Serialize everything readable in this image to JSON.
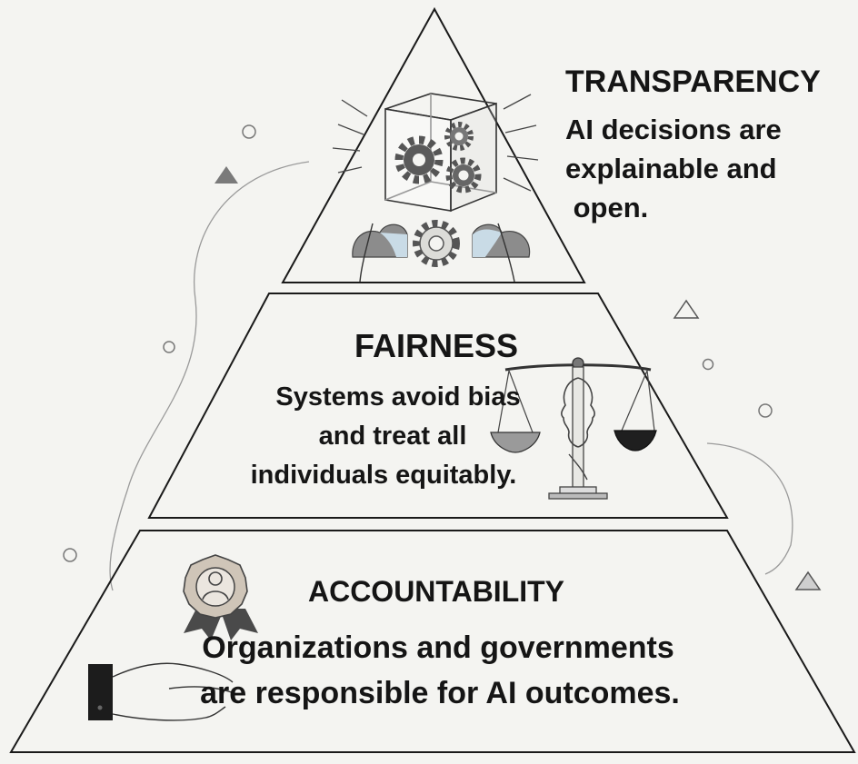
{
  "colors": {
    "background": "#f4f4f1",
    "ink": "#151515",
    "gear": "#555555",
    "accent_blue": "#c9dbe6",
    "medal_tan": "#cfc5b8",
    "scale_pan_light": "#9a9a9a",
    "scale_pan_dark": "#1f1f1f"
  },
  "tiers": {
    "top": {
      "title": "TRANSPARENCY",
      "desc_lines": [
        "AI decisions are",
        "explainable and",
        " open."
      ]
    },
    "middle": {
      "title": "FAIRNESS",
      "desc_lines": [
        "Systems avoid bias",
        "and treat all",
        "individuals equitably."
      ]
    },
    "bottom": {
      "title": "ACCOUNTABILITY",
      "desc_lines": [
        "Organizations and governments",
        "are responsible for AI outcomes."
      ]
    }
  },
  "icons": {
    "top": [
      "glass-cube-gears-icon",
      "cloud-icon",
      "gear-icon"
    ],
    "middle": [
      "balance-scale-icon",
      "face-profiles-icon"
    ],
    "bottom": [
      "award-badge-icon",
      "open-hand-icon"
    ],
    "decorations": [
      "circle-outline-icon",
      "triangle-icon"
    ]
  }
}
